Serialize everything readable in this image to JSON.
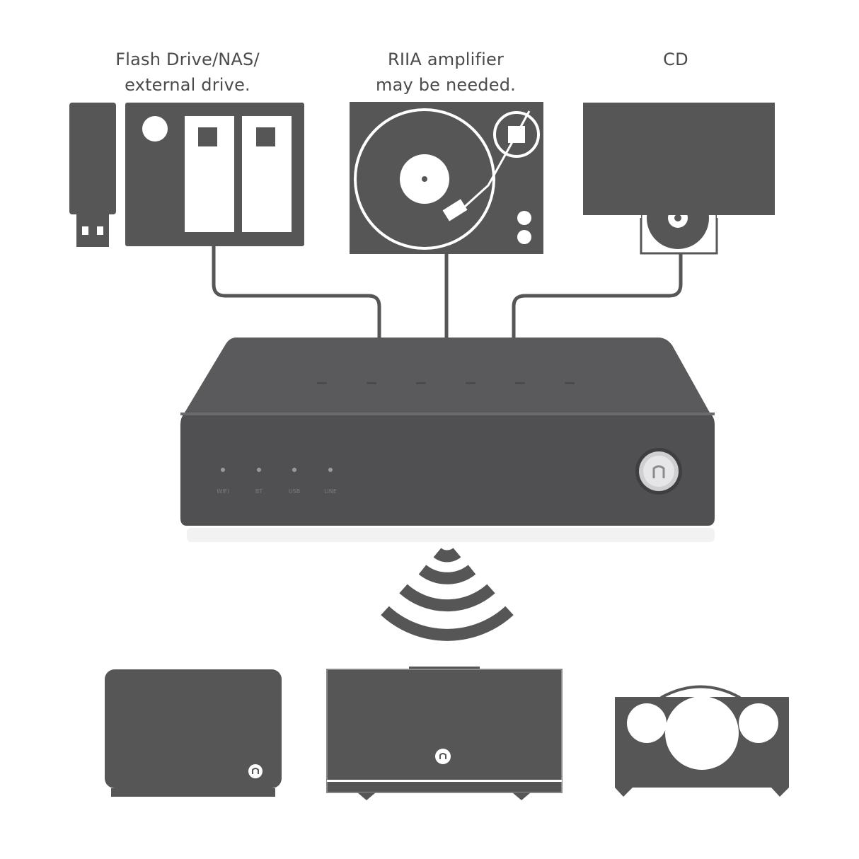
{
  "labels": {
    "storage_line1": "Flash Drive/NAS/",
    "storage_line2": "external drive.",
    "turntable_line1": "RIIA amplifier",
    "turntable_line2": "may be needed.",
    "cd": "CD"
  },
  "hub": {
    "leds": [
      "WIFI",
      "BT",
      "USB",
      "LINE"
    ]
  },
  "colors": {
    "icon_dark": "#565656",
    "hub_body": "#535356",
    "background": "#ffffff",
    "cable": "#565656"
  },
  "icons": [
    "usb-stick-icon",
    "nas-drive-icon",
    "turntable-icon",
    "cd-player-icon",
    "streaming-hub",
    "wireless-signal-icon",
    "speaker-small-icon",
    "speaker-large-icon",
    "radio-icon"
  ]
}
